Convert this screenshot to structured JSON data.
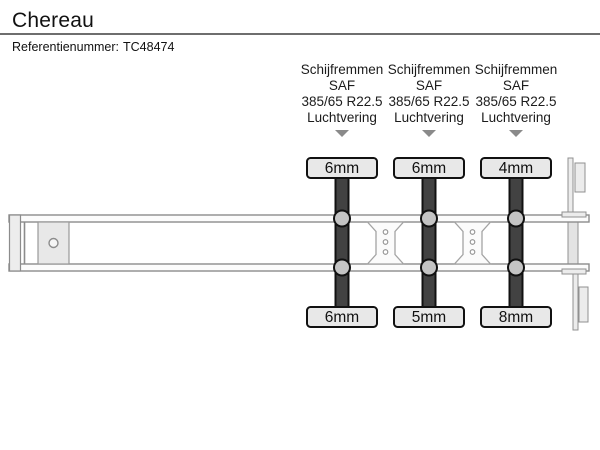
{
  "header": {
    "title": "Chereau",
    "reference_label": "Referentienummer:",
    "reference_value": "TC48474"
  },
  "axle_columns": [
    {
      "brake_type": "Schijfremmen",
      "brand": "SAF",
      "tire_size": "385/65 R22.5",
      "suspension": "Luchtvering"
    },
    {
      "brake_type": "Schijfremmen",
      "brand": "SAF",
      "tire_size": "385/65 R22.5",
      "suspension": "Luchtvering"
    },
    {
      "brake_type": "Schijfremmen",
      "brand": "SAF",
      "tire_size": "385/65 R22.5",
      "suspension": "Luchtvering"
    }
  ],
  "diagram": {
    "axles": [
      {
        "top_tread": "6mm",
        "bottom_tread": "6mm"
      },
      {
        "top_tread": "6mm",
        "bottom_tread": "5mm"
      },
      {
        "top_tread": "4mm",
        "bottom_tread": "8mm"
      }
    ],
    "colors": {
      "axle_bar": "#424242",
      "axle_outline": "#111111",
      "hub_fill": "#c4c4c4",
      "label_fill": "#e8e8e8",
      "chassis_outline": "#8c8c8c",
      "chassis_fill": "#fcfcfc",
      "plate_fill": "#e8e8e8",
      "arrow": "#8a8a8a"
    }
  }
}
